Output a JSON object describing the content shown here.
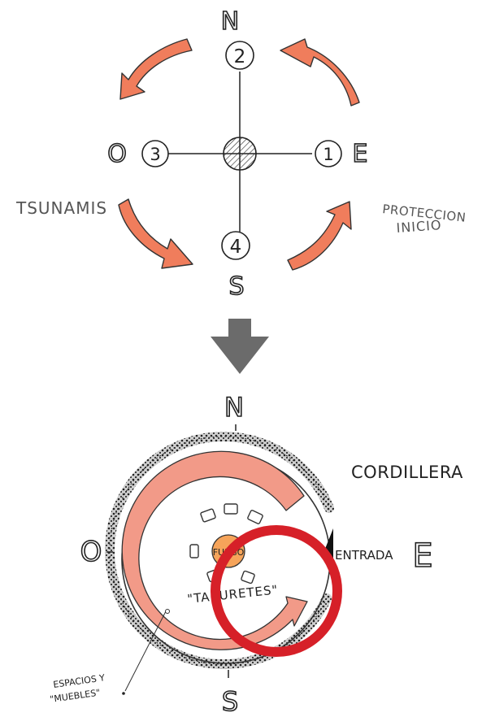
{
  "top_diagram": {
    "north_label": "N",
    "south_label": "S",
    "east_label": "E",
    "west_label": "O",
    "positions": {
      "north": "2",
      "east": "1",
      "west": "3",
      "south": "4"
    },
    "left_note": "TSUNAMIS",
    "right_note_line1": "PROTECCION",
    "right_note_line2": "INICIO",
    "arrow_color": "#f07d5c"
  },
  "transition_arrow": {
    "color": "#6b6b6b"
  },
  "bottom_diagram": {
    "north_label": "N",
    "south_label": "S",
    "east_label": "E",
    "west_label": "O",
    "cordillera_label": "CORDILLERA",
    "entrada_label": "ENTRADA",
    "fuego_label": "FUEGO",
    "taburetes_label": "\"TABURETES\"",
    "espacios_line1": "ESPACIOS Y",
    "espacios_line2": "\"MUEBLES\"",
    "band_color": "#f29a88",
    "fire_color": "#f6a45a",
    "highlight_color": "#d62028"
  }
}
